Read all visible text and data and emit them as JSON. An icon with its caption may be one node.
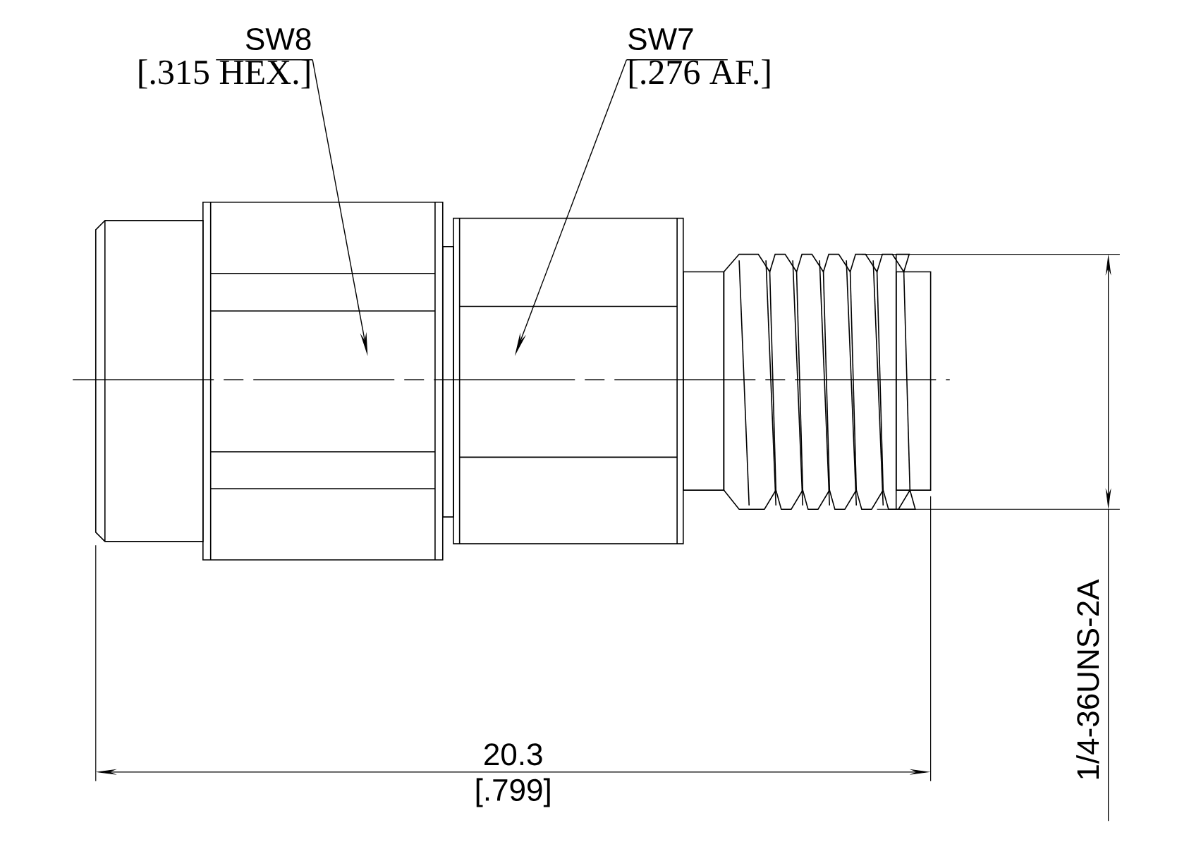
{
  "diagram": {
    "nodes": [
      {
        "text": [
          "SW8",
          "[.315 HEX.]"
        ]
      },
      {
        "text": [],
        "shape": "box"
      },
      {
        "text": [
          "SW7",
          "[.276 AF.]"
        ]
      },
      {
        "text": [],
        "shape": "box"
      }
    ],
    "edges": [
      {
        "from": 0,
        "to": 1,
        "arrow": "to"
      },
      {
        "from": 2,
        "to": 3,
        "arrow": "to"
      }
    ],
    "labels": [
      "20.3",
      "[.799]",
      "1/4-36UNS-2A"
    ]
  }
}
